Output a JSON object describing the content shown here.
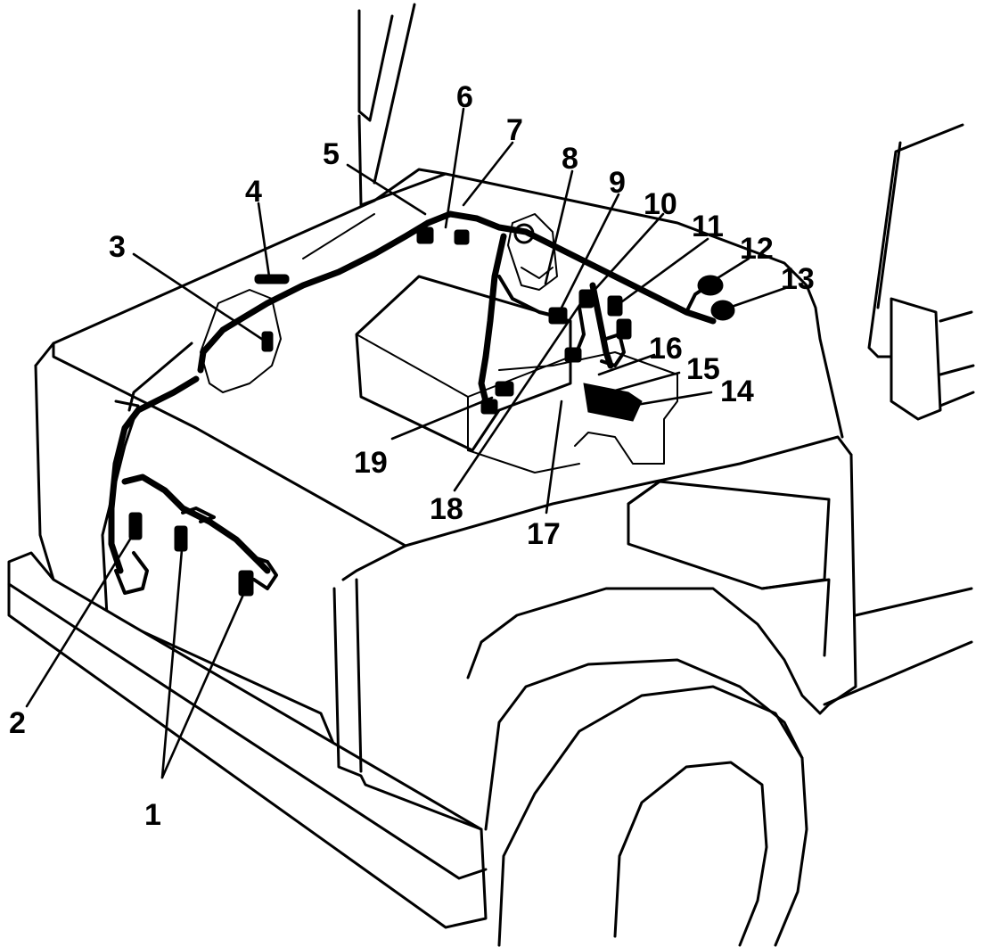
{
  "callouts": [
    {
      "id": "1",
      "label": "1"
    },
    {
      "id": "2",
      "label": "2"
    },
    {
      "id": "3",
      "label": "3"
    },
    {
      "id": "4",
      "label": "4"
    },
    {
      "id": "5",
      "label": "5"
    },
    {
      "id": "6",
      "label": "6"
    },
    {
      "id": "7",
      "label": "7"
    },
    {
      "id": "8",
      "label": "8"
    },
    {
      "id": "9",
      "label": "9"
    },
    {
      "id": "10",
      "label": "10"
    },
    {
      "id": "11",
      "label": "11"
    },
    {
      "id": "12",
      "label": "12"
    },
    {
      "id": "13",
      "label": "13"
    },
    {
      "id": "14",
      "label": "14"
    },
    {
      "id": "15",
      "label": "15"
    },
    {
      "id": "16",
      "label": "16"
    },
    {
      "id": "17",
      "label": "17"
    },
    {
      "id": "18",
      "label": "18"
    },
    {
      "id": "19",
      "label": "19"
    }
  ],
  "colors": {
    "ink": "#000000",
    "paper": "#ffffff"
  }
}
